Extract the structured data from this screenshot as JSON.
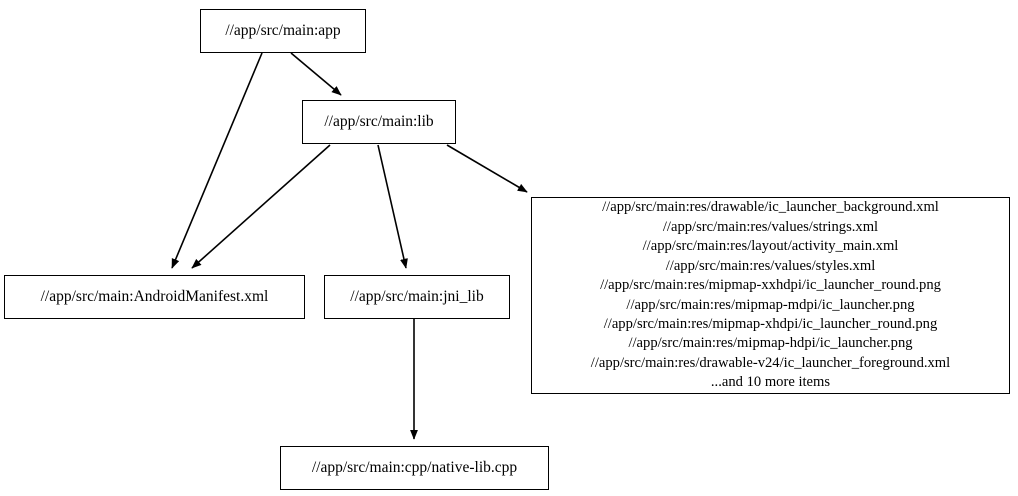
{
  "graph": {
    "type": "directed-dependency-graph",
    "nodes": [
      {
        "id": "app",
        "label": "//app/src/main:app"
      },
      {
        "id": "lib",
        "label": "//app/src/main:lib"
      },
      {
        "id": "manifest",
        "label": "//app/src/main:AndroidManifest.xml"
      },
      {
        "id": "jni_lib",
        "label": "//app/src/main:jni_lib"
      },
      {
        "id": "native_lib",
        "label": "//app/src/main:cpp/native-lib.cpp"
      },
      {
        "id": "res_group",
        "lines": [
          "//app/src/main:res/drawable/ic_launcher_background.xml",
          "//app/src/main:res/values/strings.xml",
          "//app/src/main:res/layout/activity_main.xml",
          "//app/src/main:res/values/styles.xml",
          "//app/src/main:res/mipmap-xxhdpi/ic_launcher_round.png",
          "//app/src/main:res/mipmap-mdpi/ic_launcher.png",
          "//app/src/main:res/mipmap-xhdpi/ic_launcher_round.png",
          "//app/src/main:res/mipmap-hdpi/ic_launcher.png",
          "//app/src/main:res/drawable-v24/ic_launcher_foreground.xml",
          "...and 10 more items"
        ]
      }
    ],
    "edges": [
      {
        "from": "app",
        "to": "lib"
      },
      {
        "from": "app",
        "to": "manifest"
      },
      {
        "from": "lib",
        "to": "manifest"
      },
      {
        "from": "lib",
        "to": "jni_lib"
      },
      {
        "from": "lib",
        "to": "res_group"
      },
      {
        "from": "jni_lib",
        "to": "native_lib"
      }
    ],
    "colors": {
      "background": "#ffffff",
      "node_border": "#000000",
      "node_fill": "#ffffff",
      "edge": "#000000",
      "text": "#000000"
    }
  }
}
